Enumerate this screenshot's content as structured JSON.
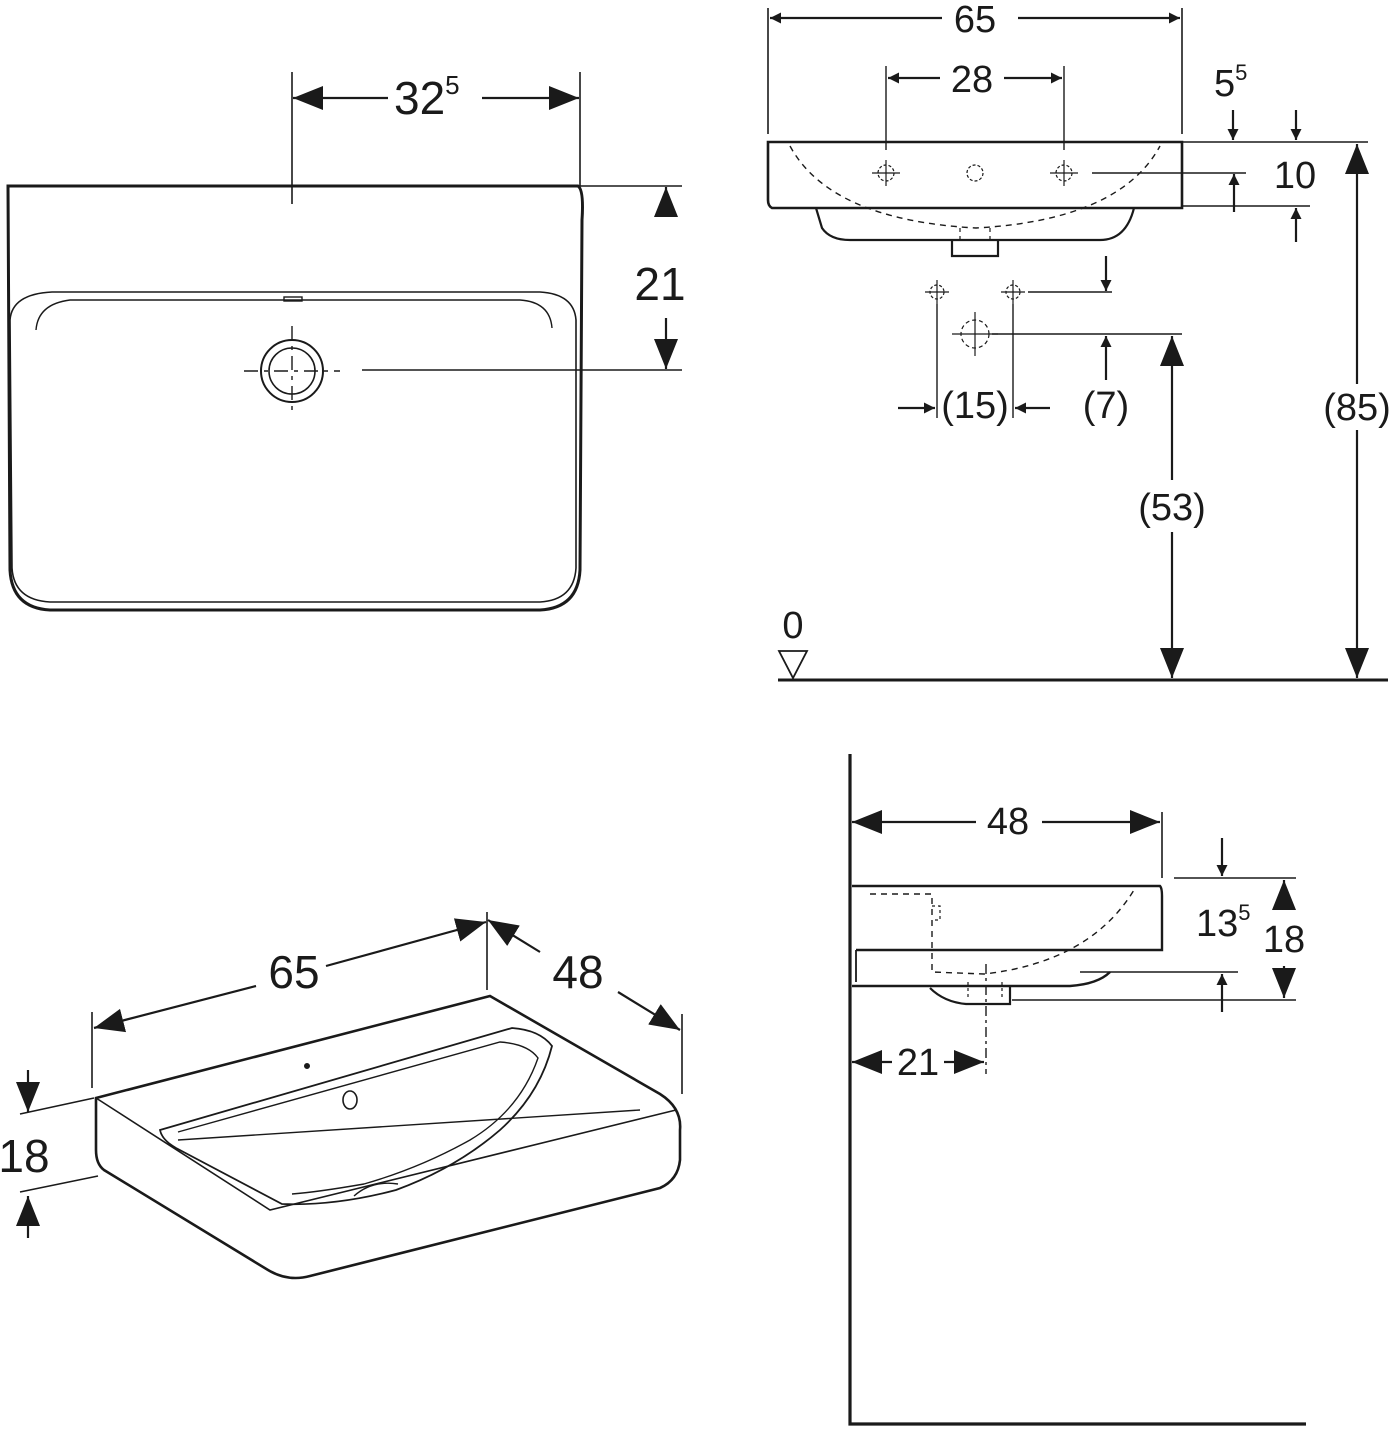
{
  "colors": {
    "line": "#1a1a1a",
    "background": "#ffffff"
  },
  "top_view": {
    "tap_offset": {
      "main": "32",
      "sup": "5"
    },
    "waste_from_back": "21"
  },
  "front_view": {
    "width": "65",
    "tap_spacing": "28",
    "rim_thickness": {
      "main": "5",
      "sup": "5"
    },
    "tap_hole_height": "10",
    "trap_spacing": "(15)",
    "trap_height": "(7)",
    "waste_height": "(53)",
    "overall_height": "(85)",
    "floor_level": "0"
  },
  "iso_view": {
    "width": "65",
    "depth": "48",
    "height": "18"
  },
  "side_view": {
    "depth": "48",
    "inner_height": {
      "main": "13",
      "sup": "5"
    },
    "height": "18",
    "waste_from_wall": "21"
  }
}
